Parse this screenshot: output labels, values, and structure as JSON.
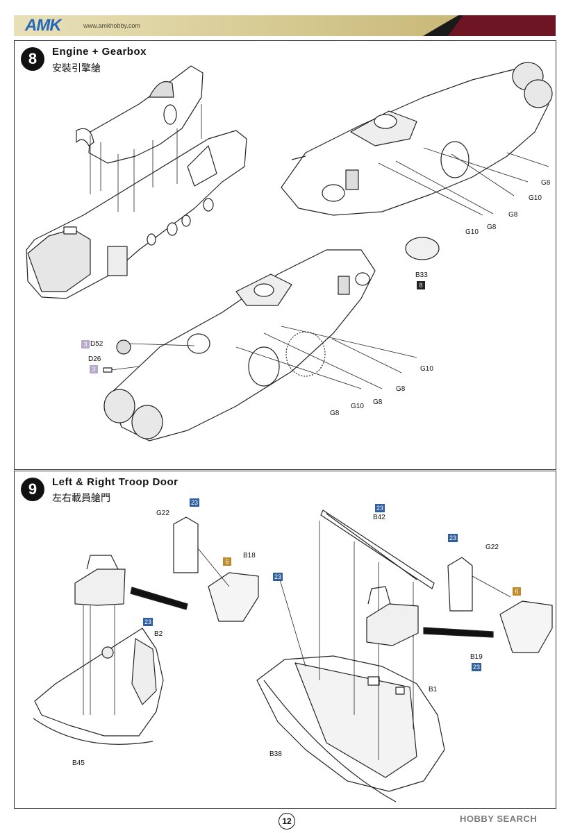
{
  "header": {
    "logo": "AMK",
    "website": "www.amkhobby.com"
  },
  "step8": {
    "number": "8",
    "title": "Engine + Gearbox",
    "subtitle": "安裝引擎艙",
    "labels": {
      "g8_a": "G8",
      "g10_a": "G10",
      "g8_b": "G8",
      "g8_c": "G8",
      "g10_b": "G10",
      "b33": "B33",
      "b33_badge": "8",
      "d52": "D52",
      "d52_badge": "3",
      "d26": "D26",
      "d26_badge": "3",
      "g10_c": "G10",
      "g8_d": "G8",
      "g8_e": "G8",
      "g10_d": "G10",
      "g8_f": "G8"
    }
  },
  "step9": {
    "number": "9",
    "title": "Left & Right Troop Door",
    "subtitle": "左右載員艙門",
    "labels": {
      "badge23_a": "23",
      "g22_a": "G22",
      "badge6_a": "6",
      "b18": "B18",
      "badge23_b": "23",
      "badge23_c": "23",
      "b2": "B2",
      "b45": "B45",
      "badge23_d": "23",
      "b42": "B42",
      "badge23_e": "23",
      "g22_b": "G22",
      "badge6_b": "6",
      "b19": "B19",
      "badge23_f": "23",
      "b1": "B1",
      "b38": "B38"
    }
  },
  "footer": {
    "page": "12",
    "watermark": "HOBBY SEARCH"
  }
}
